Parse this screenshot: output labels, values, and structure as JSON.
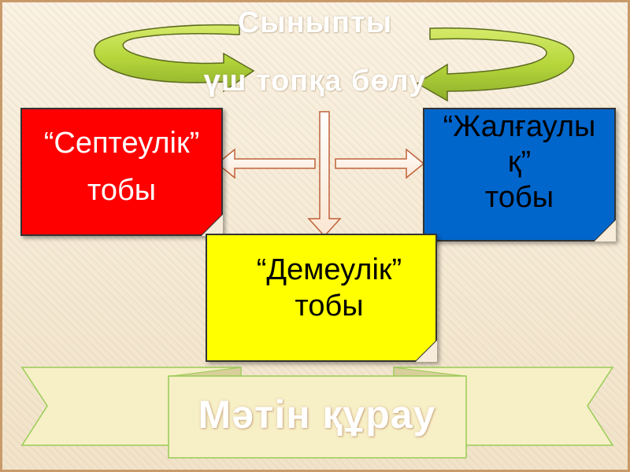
{
  "title": {
    "line1": "Сыныпты",
    "line2": "үш топқа бөлу"
  },
  "groups": {
    "left": {
      "line1": "“Септеулік”",
      "line2": "тобы",
      "color": "#ff0000"
    },
    "right": {
      "line1": "“Жалғаулы",
      "line2": "қ”",
      "line3": "тобы",
      "color": "#0066cc"
    },
    "center": {
      "line1": "“Демеулік”",
      "line2": "тобы",
      "color": "#ffff00"
    }
  },
  "banner": {
    "label": "Мәтін құрау",
    "ribbon_color": "#f7efc6",
    "border_color": "#99cc55"
  },
  "colors": {
    "curved_arrows": "#b5d63b",
    "curved_arrows_outline": "#5c6b1e",
    "straight_arrows_outline": "#c0623a"
  }
}
